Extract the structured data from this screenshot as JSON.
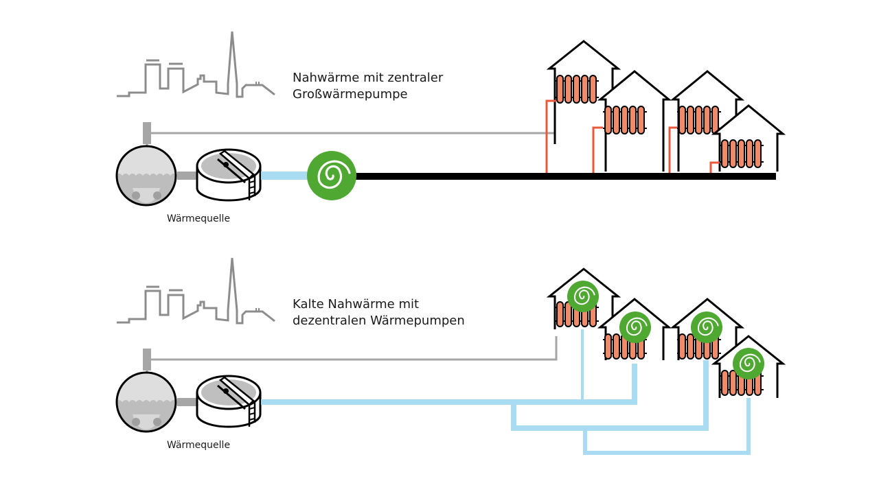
{
  "colors": {
    "skyline": "#8c8c8c",
    "gray_pipe": "#a6a6a6",
    "cold_pipe": "#a9dcf3",
    "hot_pipe": "#000000",
    "radiator_fill": "#ef8a6a",
    "radiator_pipe": "#e8583a",
    "heat_pump": "#4fa832",
    "outline": "#000000"
  },
  "panels": [
    {
      "title": "Nahwärme mit zentraler\nGroßwärmepumpe",
      "source_label": "Wärmequelle",
      "heat_pump_mode": "central",
      "network": "hot"
    },
    {
      "title": "Kalte Nahwärme mit\ndezentralen Wärmepumpen",
      "source_label": "Wärmequelle",
      "heat_pump_mode": "decentral",
      "network": "cold"
    }
  ],
  "icons": {
    "city": "city-skyline-icon",
    "tank": "sewage-tank-icon",
    "basin": "clarifier-basin-icon",
    "heat_pump": "heat-pump-spiral-icon",
    "house": "house-icon",
    "radiator": "radiator-icon"
  }
}
